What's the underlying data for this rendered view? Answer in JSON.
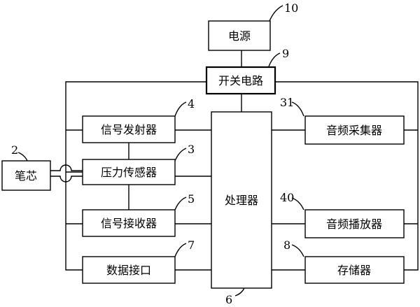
{
  "blocks": {
    "power": "电源",
    "switch_circuit": "开关电路",
    "signal_transmitter": "信号发射器",
    "pressure_sensor": "压力传感器",
    "signal_receiver": "信号接收器",
    "data_interface": "数据接口",
    "processor": "处理器",
    "audio_collector": "音频采集器",
    "audio_player": "音频播放器",
    "memory": "存储器",
    "pen_core": "笔芯"
  },
  "refs": {
    "power": "10",
    "switch_circuit": "9",
    "signal_transmitter": "4",
    "pressure_sensor": "3",
    "signal_receiver": "5",
    "data_interface": "7",
    "processor": "6",
    "audio_collector": "31",
    "audio_player": "40",
    "memory": "8",
    "pen_core": "2"
  }
}
